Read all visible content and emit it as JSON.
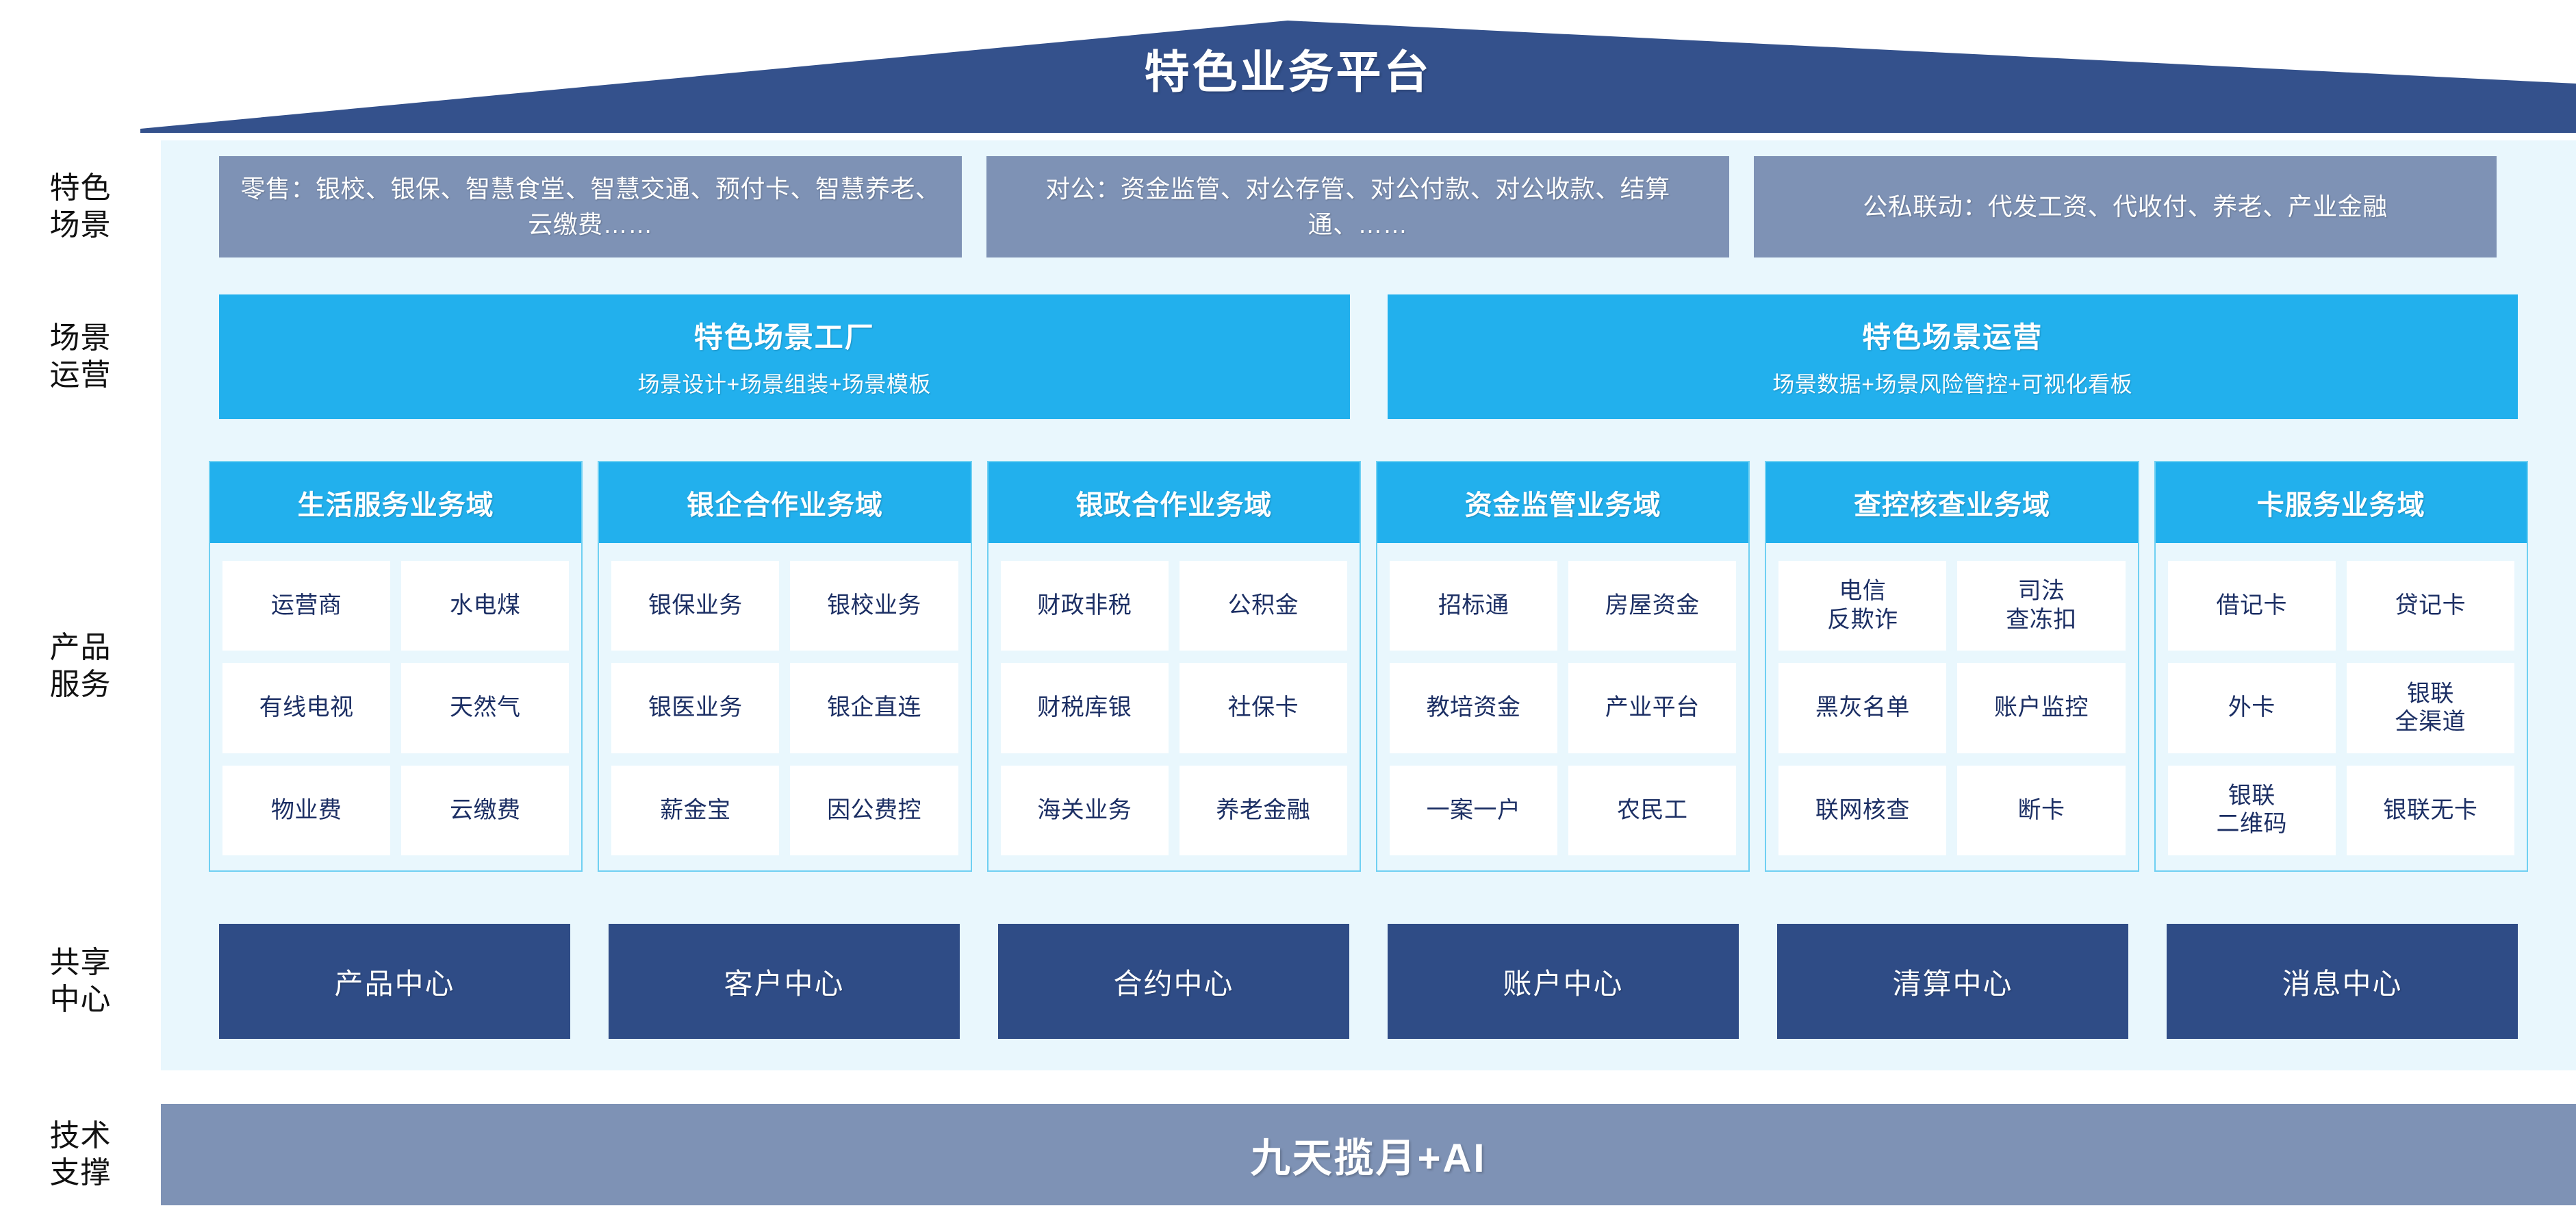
{
  "header": {
    "title": "特色业务平台",
    "roof_color": "#34518c"
  },
  "colors": {
    "roof": "#34518c",
    "panel_bg": "#e9f7fd",
    "scenario_box": "#7e92b5",
    "cyan": "#22b0ed",
    "domain_border": "#6fd0f2",
    "shared_box": "#2f4c86",
    "tech_bar": "#7e92b5",
    "cell_text": "#1c2f64",
    "cell_bg": "#ffffff"
  },
  "rows": {
    "scenario": {
      "label_lines": [
        "特色",
        "场景"
      ],
      "boxes": [
        {
          "text": "零售：银校、银保、智慧食堂、智慧交通、预付卡、智慧养老、云缴费……"
        },
        {
          "text": "对公：资金监管、对公存管、对公付款、对公收款、结算通、……"
        },
        {
          "text": "公私联动：代发工资、代收付、养老、产业金融"
        }
      ]
    },
    "operations": {
      "label_lines": [
        "场景",
        "运营"
      ],
      "boxes": [
        {
          "title": "特色场景工厂",
          "subtitle": "场景设计+场景组装+场景模板"
        },
        {
          "title": "特色场景运营",
          "subtitle": "场景数据+场景风险管控+可视化看板"
        }
      ]
    },
    "products": {
      "label_lines": [
        "产品",
        "服务"
      ],
      "domains": [
        {
          "title": "生活服务业务域",
          "items": [
            "运营商",
            "水电煤",
            "有线电视",
            "天然气",
            "物业费",
            "云缴费"
          ]
        },
        {
          "title": "银企合作业务域",
          "items": [
            "银保业务",
            "银校业务",
            "银医业务",
            "银企直连",
            "薪金宝",
            "因公费控"
          ]
        },
        {
          "title": "银政合作业务域",
          "items": [
            "财政非税",
            "公积金",
            "财税库银",
            "社保卡",
            "海关业务",
            "养老金融"
          ]
        },
        {
          "title": "资金监管业务域",
          "items": [
            "招标通",
            "房屋资金",
            "教培资金",
            "产业平台",
            "一案一户",
            "农民工"
          ]
        },
        {
          "title": "查控核查业务域",
          "items": [
            "电信\n反欺诈",
            "司法\n查冻扣",
            "黑灰名单",
            "账户监控",
            "联网核查",
            "断卡"
          ]
        },
        {
          "title": "卡服务业务域",
          "items": [
            "借记卡",
            "贷记卡",
            "外卡",
            "银联\n全渠道",
            "银联\n二维码",
            "银联无卡"
          ]
        }
      ]
    },
    "shared": {
      "label_lines": [
        "共享",
        "中心"
      ],
      "boxes": [
        "产品中心",
        "客户中心",
        "合约中心",
        "账户中心",
        "清算中心",
        "消息中心"
      ]
    },
    "tech": {
      "label_lines": [
        "技术",
        "支撑"
      ],
      "bar_text": "九天揽月+AI"
    }
  }
}
